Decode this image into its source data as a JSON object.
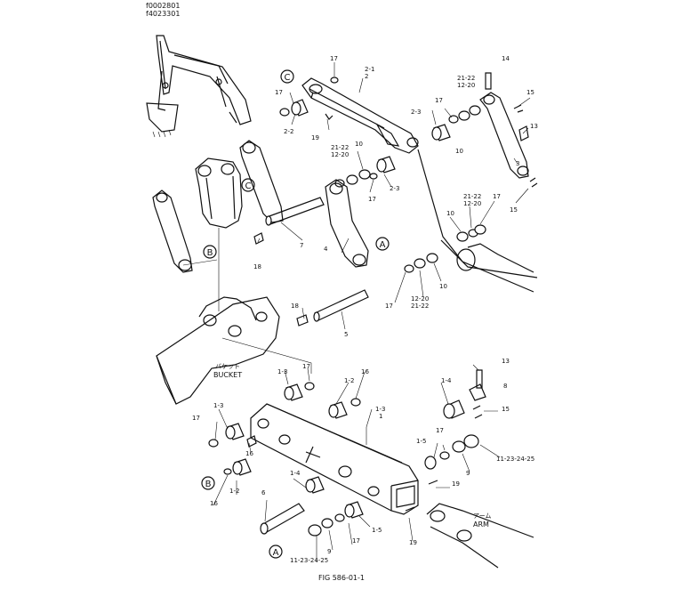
{
  "header": {
    "line1": "f0002801",
    "line2": "f4023301"
  },
  "figure_caption": "FIG 586-01-1",
  "notes": {
    "bucket_jp": "バケット",
    "bucket_en": "BUCKET",
    "arm_jp": "アーム",
    "arm_en": "ARM"
  },
  "callouts": {
    "A": "A",
    "B": "B",
    "C": "C"
  },
  "labels": {
    "n2_1": "2-1",
    "n2": "2",
    "n17": "17",
    "n2_2": "2-2",
    "n19": "19",
    "n2_3": "2-3",
    "n21_22": "21-22",
    "n12_20": "12-20",
    "n10": "10",
    "n14": "14",
    "n15": "15",
    "n13": "13",
    "n3": "3",
    "n7": "7",
    "n4": "4",
    "n18": "18",
    "n5": "5",
    "n12_20b": "12-20",
    "n21_22b": "21-22",
    "n1_3": "1-3",
    "n16": "16",
    "n1_2": "1-2",
    "n1": "1",
    "n1_4": "1-4",
    "n8": "8",
    "n1_5": "1-5",
    "n9": "9",
    "n11_23_24_25": "11-23-24-25",
    "n6": "6"
  }
}
